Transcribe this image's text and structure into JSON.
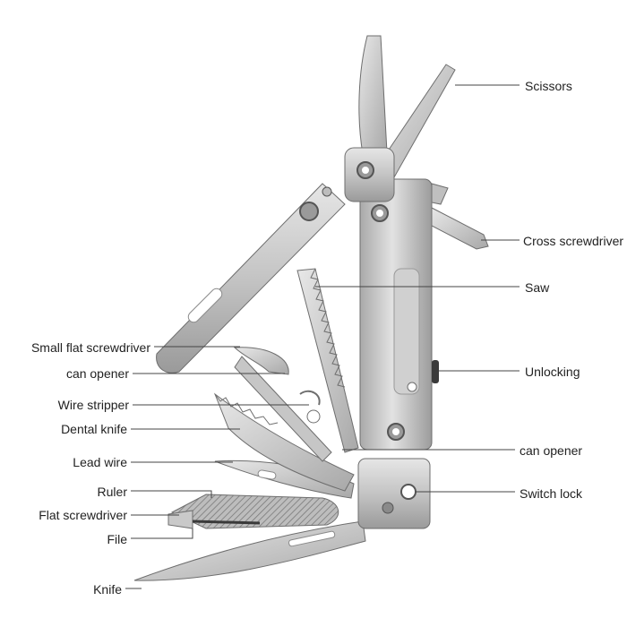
{
  "labels": {
    "scissors": "Scissors",
    "cross_screwdriver": "Cross screwdriver",
    "saw": "Saw",
    "unlocking": "Unlocking",
    "can_opener_right": "can opener",
    "switch_lock": "Switch lock",
    "small_flat_screwdriver": "Small flat screwdriver",
    "can_opener_left": "can opener",
    "wire_stripper": "Wire stripper",
    "dental_knife": "Dental knife",
    "lead_wire": "Lead wire",
    "ruler": "Ruler",
    "flat_screwdriver": "Flat screwdriver",
    "file": "File",
    "knife": "Knife"
  },
  "colors": {
    "steel_light": "#d9d9d9",
    "steel_mid": "#b5b5b5",
    "steel_dark": "#8a8a8a",
    "outline": "#6e6e6e",
    "leader_line": "#444444",
    "text": "#222222"
  }
}
